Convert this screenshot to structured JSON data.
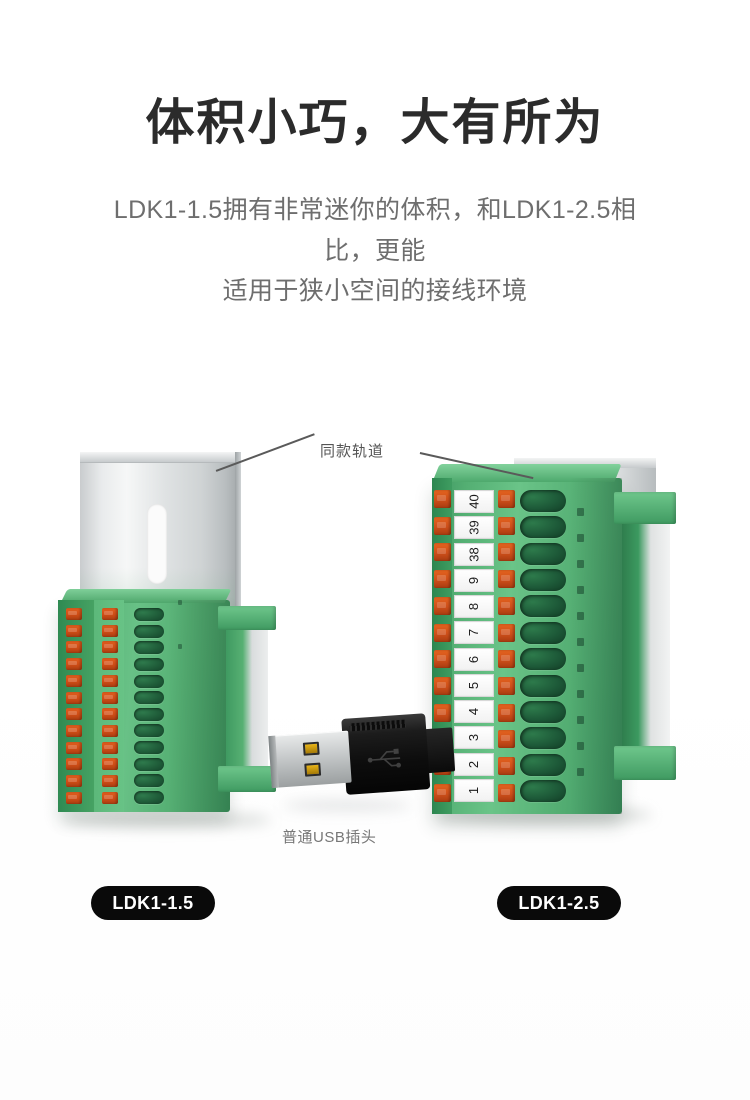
{
  "header": {
    "headline": "体积小巧，大有所为",
    "subtitle_line1": "LDK1-1.5拥有非常迷你的体积，和LDK1-2.5相比，更能",
    "subtitle_line2": "适用于狭小空间的接线环境"
  },
  "callouts": {
    "rail_label": "同款轨道",
    "usb_label": "普通USB插头"
  },
  "badges": {
    "left": "LDK1-1.5",
    "right": "LDK1-2.5"
  },
  "products": {
    "left": {
      "model": "LDK1-1.5",
      "pole_count": 12,
      "lever_color": "#d0501a",
      "body_color": "#54af73",
      "rail_color": "#dcdfe0"
    },
    "right": {
      "model": "LDK1-2.5",
      "pole_count": 12,
      "lever_color": "#d0501a",
      "body_color": "#54af73",
      "rail_color": "#dcdfe0",
      "marker_numbers": [
        "40",
        "39",
        "38",
        "9",
        "8",
        "7",
        "6",
        "5",
        "4",
        "3",
        "2",
        "1"
      ]
    }
  },
  "usb": {
    "label": "普通USB插头",
    "shell_color": "#c9cccd",
    "body_color": "#0d0d0d",
    "contact_color": "#e8b417"
  },
  "palette": {
    "background": "#ffffff",
    "headline_color": "#2b2b2b",
    "subtitle_color": "#6e6e6e",
    "badge_background": "#0a0a0a",
    "badge_text": "#ffffff",
    "callout_color": "#555555",
    "leader_line": "#5a5a5a"
  }
}
